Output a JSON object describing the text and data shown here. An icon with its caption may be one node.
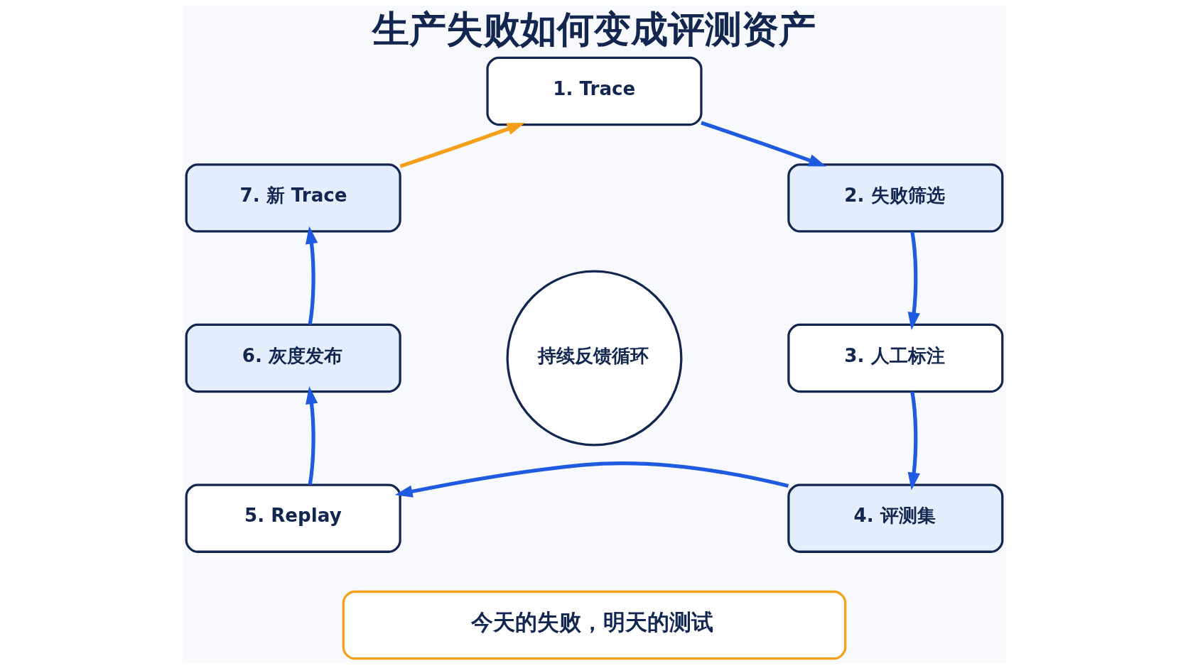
{
  "diagram": {
    "title": "生产失败如何变成评测资产",
    "nodes": [
      {
        "text": [
          "1. Trace"
        ]
      },
      {
        "text": [
          "2. 失败筛选"
        ]
      },
      {
        "text": [
          "3. 人工标注"
        ]
      },
      {
        "text": [
          "4. 评测集"
        ]
      },
      {
        "text": [
          "5. Replay"
        ]
      },
      {
        "text": [
          "6. 灰度发布"
        ]
      },
      {
        "text": [
          "7. 新 Trace"
        ]
      },
      {
        "text": [
          "持续反馈循环"
        ]
      },
      {
        "text": [
          "今天的失败，明天的测试"
        ]
      }
    ],
    "edges": [
      {
        "from": 0,
        "to": 1,
        "arrow": "to"
      },
      {
        "from": 1,
        "to": 2,
        "arrow": "to"
      },
      {
        "from": 2,
        "to": 3,
        "arrow": "to"
      },
      {
        "from": 3,
        "to": 4,
        "arrow": "to"
      },
      {
        "from": 4,
        "to": 5,
        "arrow": "to"
      },
      {
        "from": 5,
        "to": 6,
        "arrow": "to"
      },
      {
        "from": 6,
        "to": 0,
        "arrow": "to",
        "color": "#f5a01a"
      }
    ]
  }
}
